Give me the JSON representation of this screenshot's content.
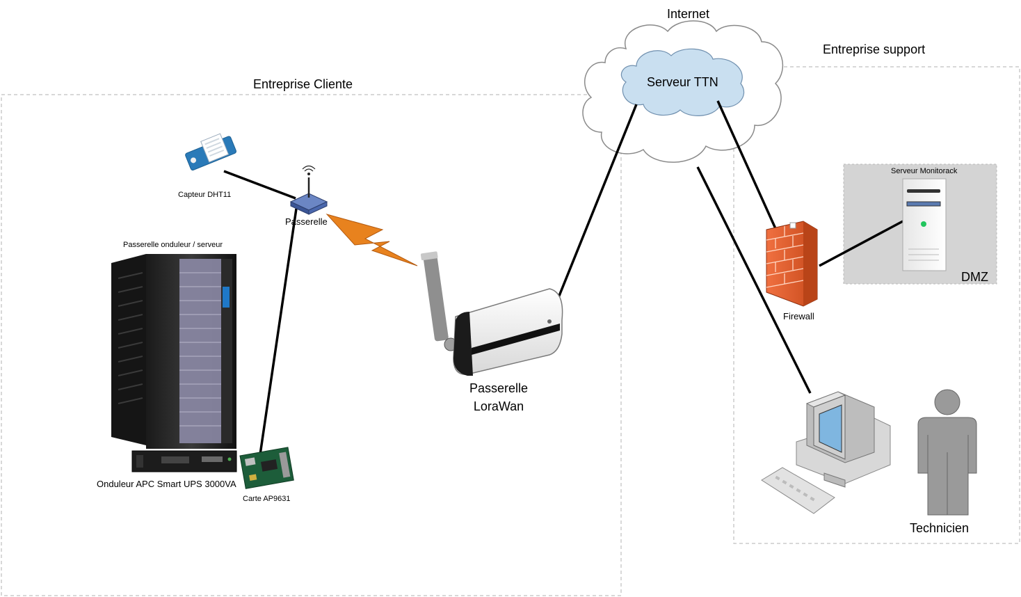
{
  "zones": {
    "client_title": "Entreprise Cliente",
    "support_title": "Entreprise support",
    "internet_title": "Internet",
    "dmz_title": "DMZ"
  },
  "nodes": {
    "ttn": "Serveur TTN",
    "sensor": "Capteur DHT11",
    "gateway": "Passerelle",
    "ups_gateway": "Passerelle onduleur / serveur",
    "ups": "Onduleur APC Smart UPS 3000VA",
    "card": "Carte AP9631",
    "lorawan_line1": "Passerelle",
    "lorawan_line2": "LoraWan",
    "monitorack": "Serveur Monitorack",
    "firewall": "Firewall",
    "technician": "Technicien"
  },
  "colors": {
    "cloud_outer": "#ffffff",
    "cloud_inner": "#c9dff0",
    "zone_border": "#b0b0b0",
    "dmz_fill": "#d4d4d4",
    "lightning": "#e8821e",
    "firewall_brick": "#e05a2a",
    "person": "#9a9a9a"
  }
}
